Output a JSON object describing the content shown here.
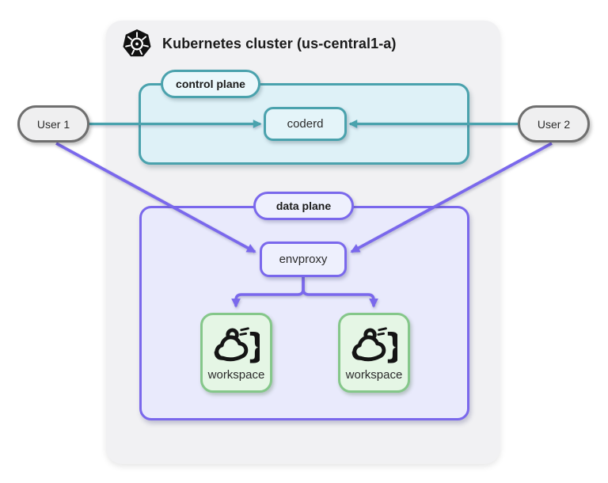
{
  "cluster": {
    "title": "Kubernetes cluster (us-central1-a)",
    "icon": "kubernetes-icon"
  },
  "users": [
    {
      "label": "User 1"
    },
    {
      "label": "User 2"
    }
  ],
  "control_plane": {
    "label": "control plane",
    "node_label": "coderd",
    "accent_color": "#4aa2ad",
    "fill_color": "#def1f7"
  },
  "data_plane": {
    "label": "data plane",
    "node_label": "envproxy",
    "accent_color": "#7a68ec",
    "fill_color": "#e9eafc",
    "workspaces": [
      {
        "label": "workspace",
        "icon": "coder-icon"
      },
      {
        "label": "workspace",
        "icon": "coder-icon"
      }
    ]
  },
  "workspace_style": {
    "accent_color": "#85c78a",
    "fill_color": "#e5f6e5"
  },
  "user_style": {
    "accent_color": "#6f6f6f",
    "fill_color": "#efeff0"
  },
  "edges": [
    {
      "from": "User 1",
      "to": "coderd",
      "color": "#4aa2ad"
    },
    {
      "from": "User 2",
      "to": "coderd",
      "color": "#4aa2ad"
    },
    {
      "from": "User 1",
      "to": "envproxy",
      "color": "#7a68ec"
    },
    {
      "from": "User 2",
      "to": "envproxy",
      "color": "#7a68ec"
    },
    {
      "from": "envproxy",
      "to": "workspace-1",
      "color": "#7a68ec"
    },
    {
      "from": "envproxy",
      "to": "workspace-2",
      "color": "#7a68ec"
    }
  ]
}
